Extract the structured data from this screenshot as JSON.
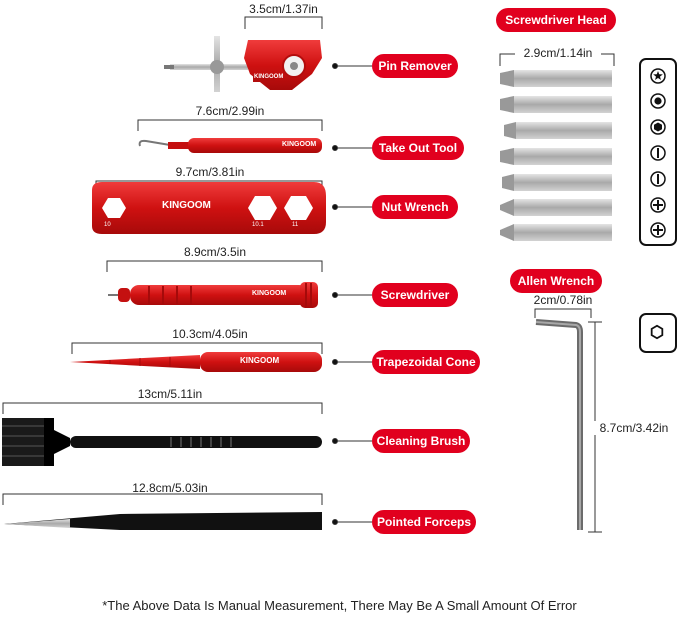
{
  "tools": [
    {
      "label": "Pin Remover",
      "dimension": "3.5cm/1.37in"
    },
    {
      "label": "Take Out Tool",
      "dimension": "7.6cm/2.99in"
    },
    {
      "label": "Nut Wrench",
      "dimension": "9.7cm/3.81in"
    },
    {
      "label": "Screwdriver",
      "dimension": "8.9cm/3.5in"
    },
    {
      "label": "Trapezoidal Cone",
      "dimension": "10.3cm/4.05in"
    },
    {
      "label": "Cleaning Brush",
      "dimension": "13cm/5.11in"
    },
    {
      "label": "Pointed Forceps",
      "dimension": "12.8cm/5.03in"
    }
  ],
  "screwdriver_head": {
    "label": "Screwdriver Head",
    "dimension": "2.9cm/1.14in",
    "tip_icons": [
      "torx-icon",
      "tri-wing-icon",
      "hex-icon",
      "slotted-icon",
      "slotted-icon",
      "phillips-icon",
      "phillips-icon"
    ]
  },
  "allen_wrench": {
    "label": "Allen Wrench",
    "width_dimension": "2cm/0.78in",
    "length_dimension": "8.7cm/3.42in",
    "icon": "hex-socket-icon"
  },
  "brand": "KINGOOM",
  "wrench_marks": [
    "10",
    "10.1",
    "11"
  ],
  "footnote": "*The Above Data Is Manual Measurement, There May Be A Small Amount Of Error",
  "colors": {
    "accent": "#e1001e",
    "tool_red": "#d81414",
    "black": "#111111",
    "steel": "#b9b9b9"
  }
}
